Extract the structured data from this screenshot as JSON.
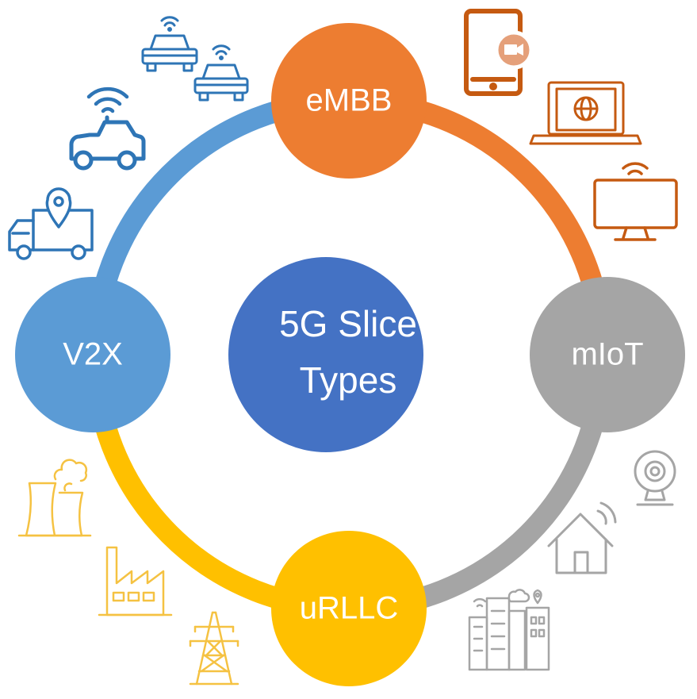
{
  "center": {
    "line1": "5G Slice",
    "line2": "Types"
  },
  "slices": {
    "embb": {
      "label": "eMBB"
    },
    "miot": {
      "label": "mIoT"
    },
    "urllc": {
      "label": "uRLLC"
    },
    "v2x": {
      "label": "V2X"
    }
  },
  "colors": {
    "center": "#4472c4",
    "embb": "#ed7d31",
    "miot": "#a5a5a5",
    "urllc": "#ffc000",
    "v2x": "#5b9bd5",
    "embb_icons": "#c55a11",
    "miot_icons": "#a5a5a5",
    "urllc_icons": "#f5c242",
    "v2x_icons": "#2e75b6"
  },
  "icons": {
    "embb": [
      "smartphone-video-icon",
      "laptop-globe-icon",
      "monitor-wifi-icon"
    ],
    "miot": [
      "webcam-icon",
      "smart-home-icon",
      "smart-city-icon"
    ],
    "urllc": [
      "power-plant-icon",
      "factory-icon",
      "power-tower-icon"
    ],
    "v2x": [
      "connected-cars-icon",
      "connected-car-icon",
      "delivery-truck-location-icon"
    ]
  }
}
